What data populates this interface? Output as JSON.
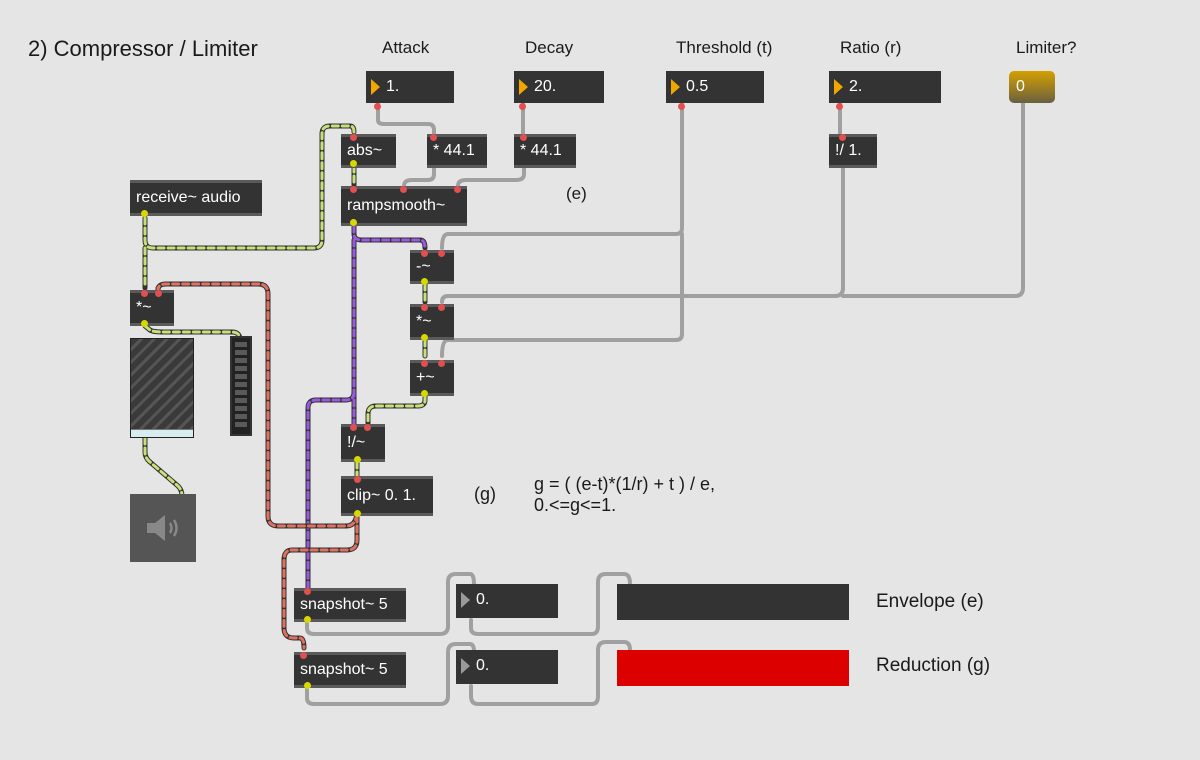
{
  "title": "2) Compressor / Limiter",
  "params": {
    "attack_label": "Attack",
    "decay_label": "Decay",
    "threshold_label": "Threshold (t)",
    "ratio_label": "Ratio (r)",
    "limiter_label": "Limiter?"
  },
  "numbers": {
    "attack": "1.",
    "decay": "20.",
    "threshold": "0.5",
    "ratio": "2.",
    "limiter_toggle": "0",
    "envelope_out": "0.",
    "reduction_out": "0."
  },
  "objects": {
    "abs": "abs~",
    "mul_attack": "* 44.1",
    "mul_decay": "* 44.1",
    "rdiv_ratio": "!/ 1.",
    "receive": "receive~ audio",
    "rampsmooth": "rampsmooth~",
    "minus": "-~",
    "times_sig": "*~",
    "times": "*~",
    "plus": "+~",
    "rdiv": "!/~",
    "clip": "clip~ 0. 1.",
    "snapshot_e": "snapshot~ 5",
    "snapshot_g": "snapshot~ 5"
  },
  "annotations": {
    "e_marker": "(e)",
    "g_marker": "(g)",
    "formula_line1": "g = ( (e-t)*(1/r) + t ) / e,",
    "formula_line2": "0.<=g<=1."
  },
  "meters": {
    "envelope_label": "Envelope (e)",
    "reduction_label": "Reduction (g)",
    "envelope_level": 0,
    "reduction_level": 1,
    "envelope_color": "#333333",
    "reduction_color": "#dd0000"
  },
  "colors": {
    "background": "#e5e5e5",
    "object": "#333333",
    "signal_cord": "#b8d46a",
    "red_cord": "#d06050",
    "purple_cord": "#8a4cd0",
    "control_cord": "#a8a8a8",
    "number_triangle": "#f0a800"
  },
  "icons": {
    "speaker": "speaker-icon"
  }
}
